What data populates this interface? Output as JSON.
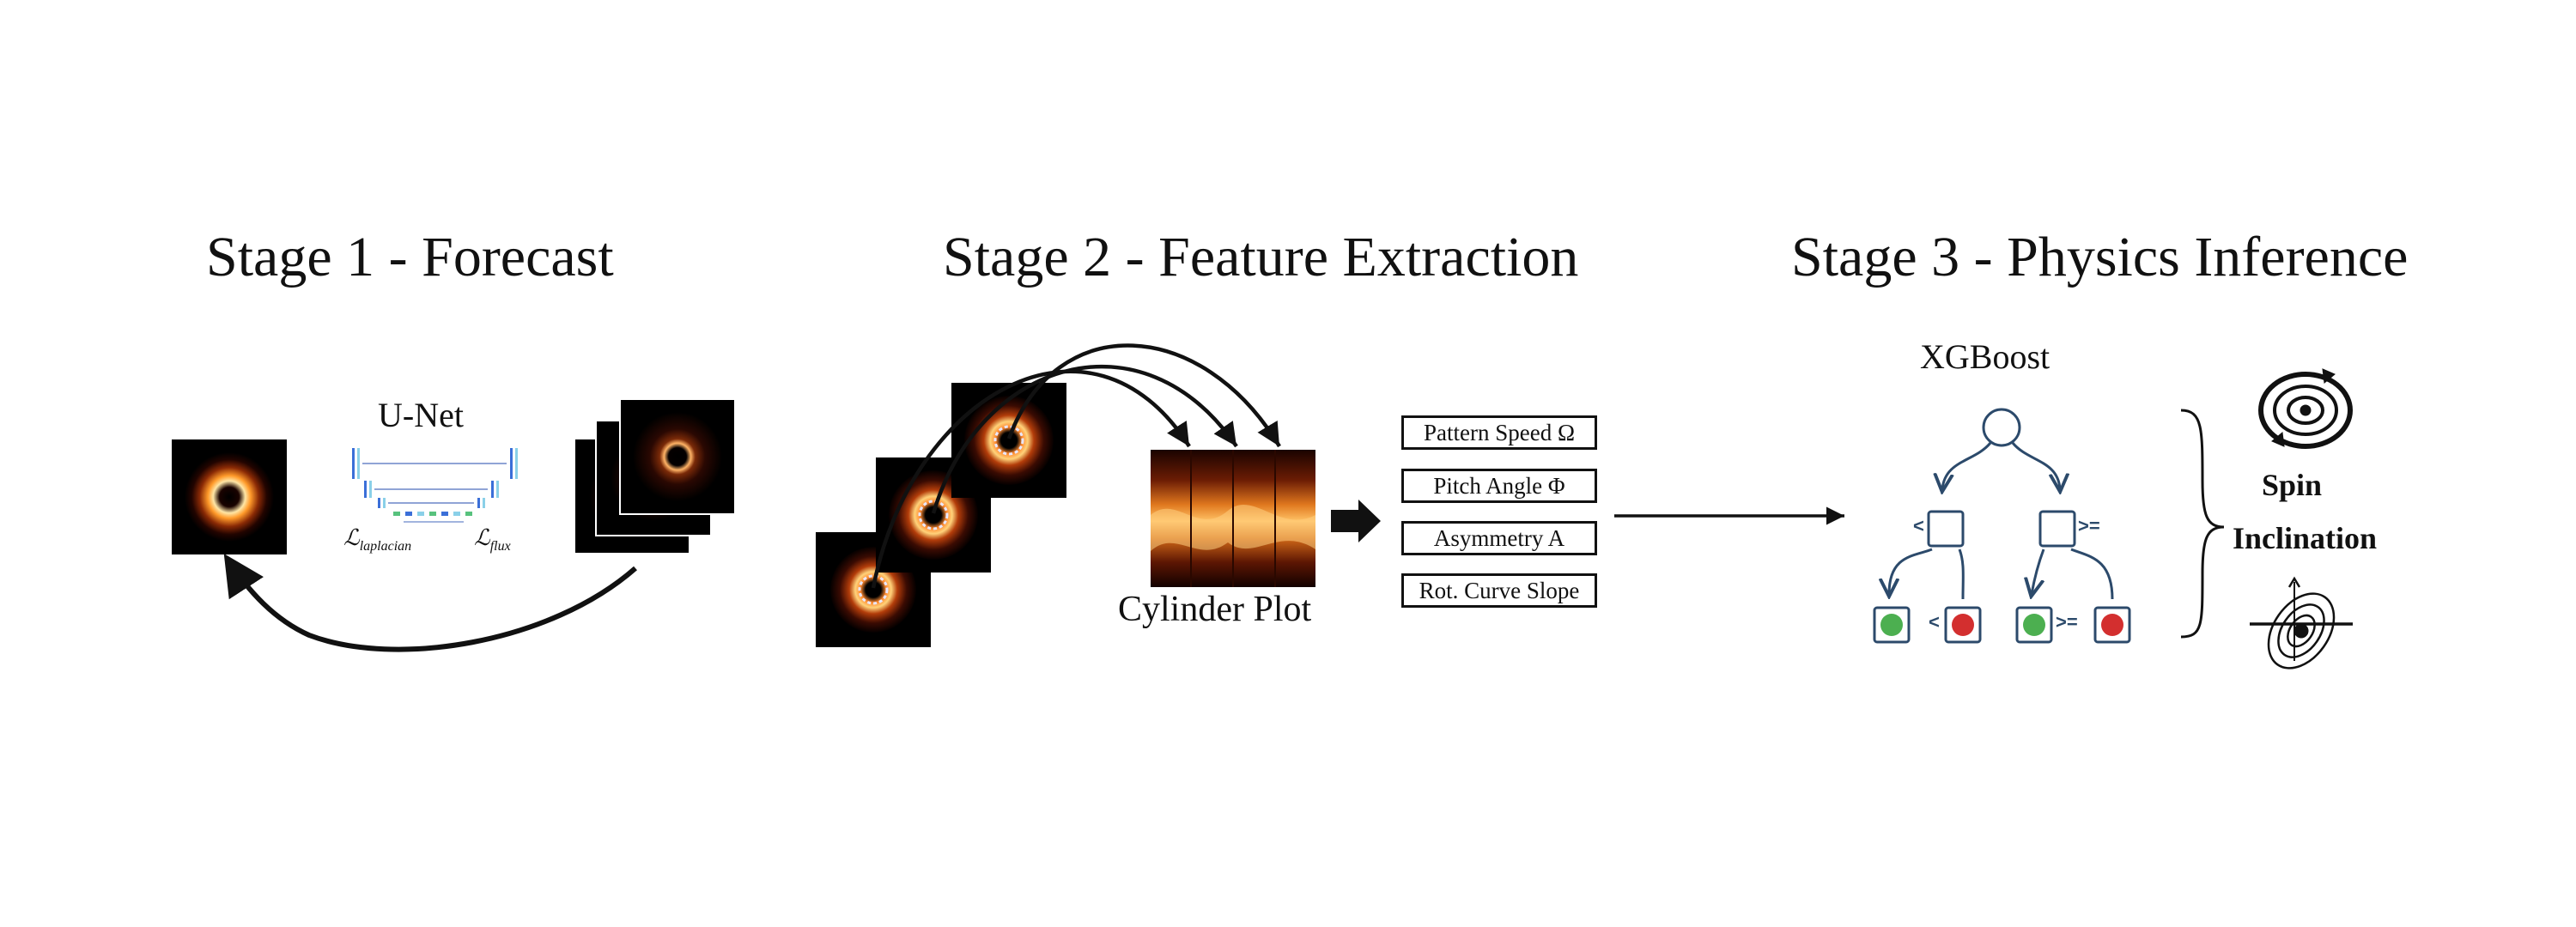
{
  "stages": [
    {
      "title": "Stage 1 - Forecast"
    },
    {
      "title": "Stage 2 - Feature Extraction"
    },
    {
      "title": "Stage 3 - Physics Inference"
    }
  ],
  "stage1": {
    "model_label": "U-Net",
    "loss_laplacian": "ℒ",
    "loss_laplacian_sub": "laplacian",
    "loss_flux": "ℒ",
    "loss_flux_sub": "flux"
  },
  "stage2": {
    "cylinder_label": "Cylinder Plot",
    "features": [
      "Pattern Speed Ω",
      "Pitch Angle Φ",
      "Asymmetry A",
      "Rot. Curve Slope"
    ]
  },
  "stage3": {
    "model_label": "XGBoost",
    "outputs": [
      "Spin",
      "Inclination"
    ],
    "split_left": "<",
    "split_right": ">=",
    "leaf_left_op": "<",
    "leaf_right_op": ">="
  },
  "colors": {
    "node_blue": "#2c4a6b",
    "leaf_green": "#4caf50",
    "leaf_red": "#d32f2f",
    "unet_blue": "#3b6fd8",
    "unet_cyan": "#8ad0e8",
    "unet_green": "#58c27d"
  }
}
